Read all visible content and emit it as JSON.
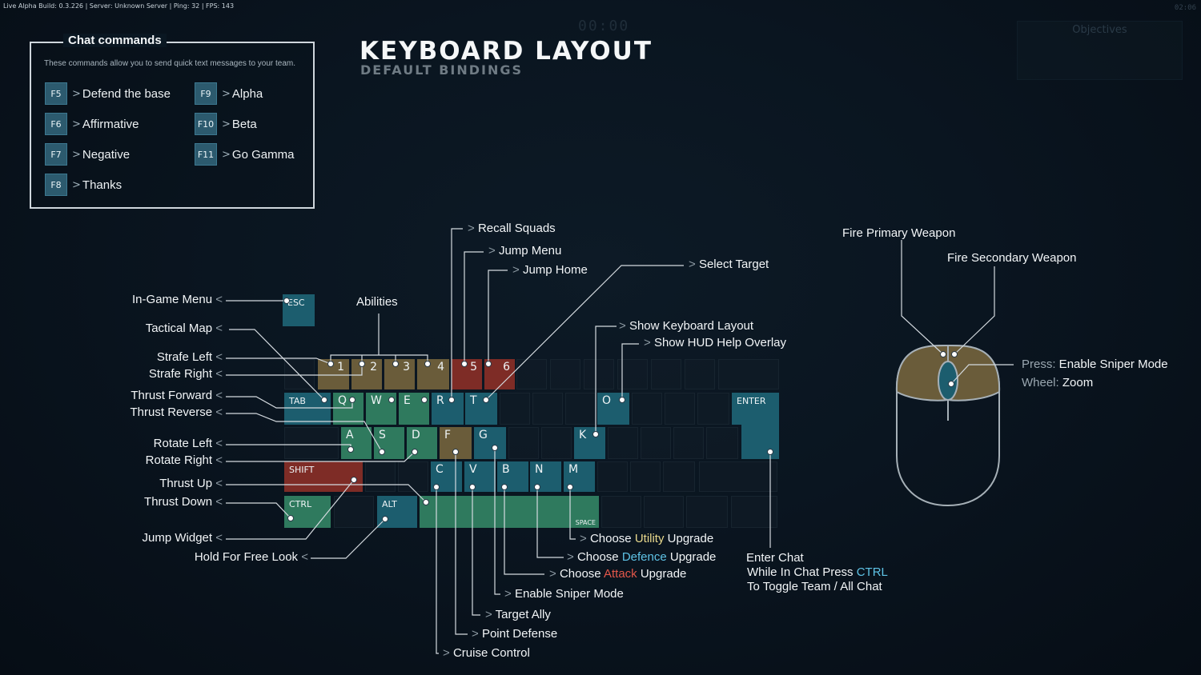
{
  "hud": {
    "top_info": "Live Alpha Build: 0.3.226 | Server: Unknown Server | Ping: 32 | FPS: 143",
    "time": "02:06",
    "timer": "00:00",
    "objectives_title": "Objectives"
  },
  "chat_commands": {
    "title": "Chat commands",
    "description": "These commands allow you to send quick text messages to your team.",
    "items": [
      {
        "key": "F5",
        "text": "Defend the base"
      },
      {
        "key": "F6",
        "text": "Affirmative"
      },
      {
        "key": "F7",
        "text": "Negative"
      },
      {
        "key": "F8",
        "text": "Thanks"
      },
      {
        "key": "F9",
        "text": "Alpha"
      },
      {
        "key": "F10",
        "text": "Beta"
      },
      {
        "key": "F11",
        "text": "Go Gamma"
      }
    ]
  },
  "header": {
    "title": "KEYBOARD LAYOUT",
    "subtitle": "DEFAULT BINDINGS"
  },
  "keys": {
    "esc": "ESC",
    "n1": "1",
    "n2": "2",
    "n3": "3",
    "n4": "4",
    "n5": "5",
    "n6": "6",
    "tab": "TAB",
    "q": "Q",
    "w": "W",
    "e": "E",
    "r": "R",
    "t": "T",
    "o": "O",
    "enter": "ENTER",
    "a": "A",
    "s": "S",
    "d": "D",
    "f": "F",
    "g": "G",
    "k": "K",
    "shift": "SHIFT",
    "c": "C",
    "v": "V",
    "b": "B",
    "n": "N",
    "m": "M",
    "ctrl": "CTRL",
    "alt": "ALT",
    "space": "SPACE"
  },
  "labels": {
    "in_game_menu": "In-Game Menu",
    "tactical_map": "Tactical Map",
    "strafe_left": "Strafe Left",
    "strafe_right": "Strafe Right",
    "thrust_forward": "Thrust Forward",
    "thrust_reverse": "Thrust Reverse",
    "rotate_left": "Rotate Left",
    "rotate_right": "Rotate Right",
    "thrust_up": "Thrust Up",
    "thrust_down": "Thrust Down",
    "jump_widget": "Jump Widget",
    "hold_free_look": "Hold For Free Look",
    "abilities": "Abilities",
    "recall_squads": "Recall Squads",
    "jump_menu": "Jump Menu",
    "jump_home": "Jump Home",
    "select_target": "Select  Target",
    "show_keyboard_layout": "Show Keyboard Layout",
    "show_hud_help": "Show HUD Help Overlay",
    "choose_utility_pre": "Choose ",
    "choose_utility_word": "Utility",
    "choose_defence_word": "Defence",
    "choose_attack_word": "Attack",
    "upgrade_suffix": " Upgrade",
    "enable_sniper": "Enable  Sniper Mode",
    "target_ally": "Target Ally",
    "point_defense": "Point Defense",
    "cruise_control": "Cruise Control",
    "enter_chat": "Enter Chat",
    "chat_ctrl_pre": "While In Chat Press ",
    "chat_ctrl_word": "CTRL",
    "chat_toggle": "To Toggle Team / All Chat",
    "fire_primary": "Fire Primary Weapon",
    "fire_secondary": "Fire Secondary Weapon",
    "press_label": "Press:",
    "press_value": " Enable Sniper Mode",
    "wheel_label": "Wheel:",
    "wheel_value": " Zoom"
  }
}
